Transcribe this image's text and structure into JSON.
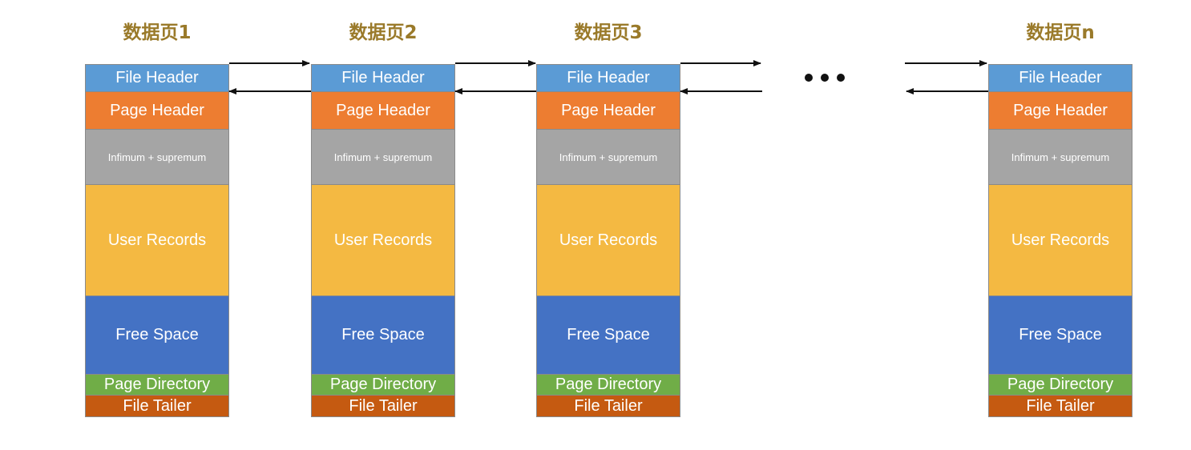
{
  "sections": {
    "file_header": "File Header",
    "page_header": "Page Header",
    "infimum_supremum": "Infimum + supremum",
    "user_records": "User Records",
    "free_space": "Free Space",
    "page_directory": "Page Directory",
    "file_tailer": "File Tailer"
  },
  "pages": [
    {
      "title": "数据页1"
    },
    {
      "title": "数据页2"
    },
    {
      "title": "数据页3"
    },
    {
      "title": "数据页n"
    }
  ],
  "colors": {
    "file_header": "#5b9bd5",
    "page_header": "#ed7d31",
    "infimum_supremum": "#a5a5a5",
    "user_records": "#f4b942",
    "free_space": "#4472c4",
    "page_directory": "#70ad47",
    "file_tailer": "#c55a11",
    "title": "#9a7a2a"
  }
}
